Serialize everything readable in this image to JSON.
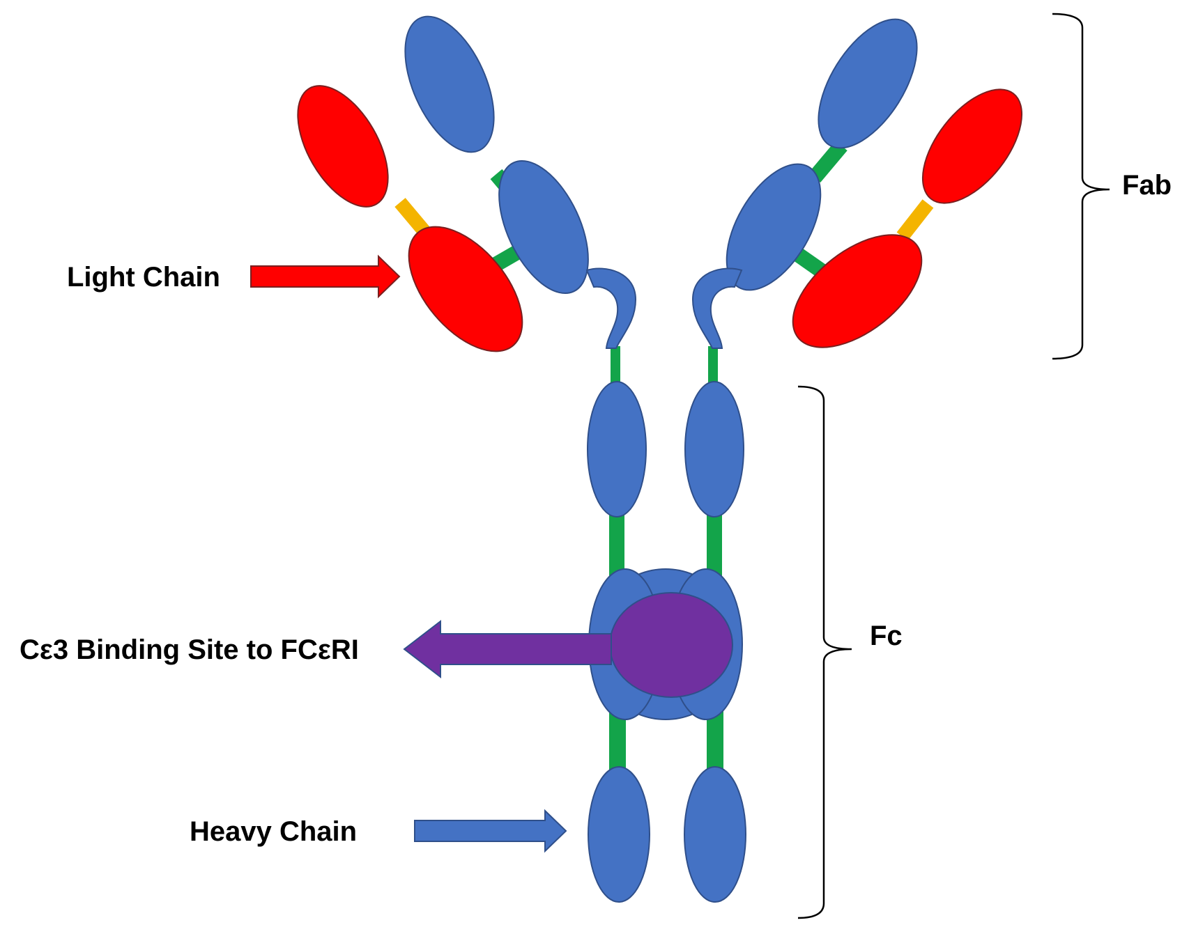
{
  "labels": {
    "light_chain": "Light Chain",
    "heavy_chain": "Heavy Chain",
    "binding_site": "Cε3 Binding Site to FCεRI",
    "fab": "Fab",
    "fc": "Fc"
  },
  "colors": {
    "heavy_chain": "#4472c4",
    "light_chain": "#ff0000",
    "disulfide_link": "#13a44a",
    "light_heavy_link": "#f4b400",
    "binding_site": "#7030a0"
  }
}
